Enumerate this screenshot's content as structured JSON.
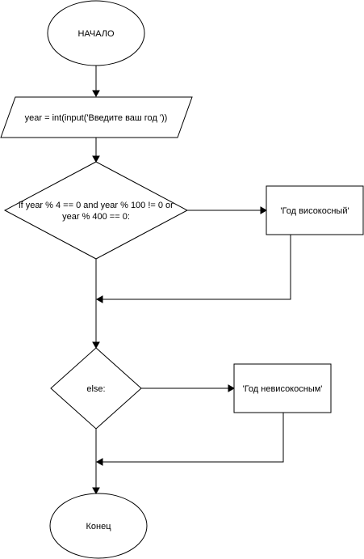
{
  "nodes": {
    "start": {
      "label": "НАЧАЛО"
    },
    "input": {
      "label": "year = int(input('Введите ваш год '))"
    },
    "condition": {
      "line1": "if year % 4 == 0 and year % 100 != 0 or",
      "line2": "year % 400 == 0:"
    },
    "leap_output": {
      "label": "'Год високосный'"
    },
    "else_branch": {
      "label": "else:"
    },
    "nonleap_output": {
      "label": "'Год невисокосным'"
    },
    "end": {
      "label": "Конец"
    }
  },
  "colors": {
    "stroke": "#000000",
    "fill": "#ffffff"
  }
}
